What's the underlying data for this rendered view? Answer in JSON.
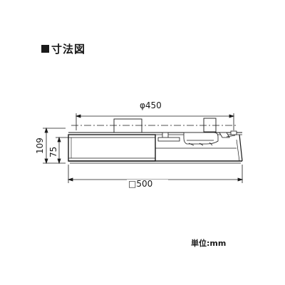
{
  "heading": {
    "label": "寸法図"
  },
  "dimensions": {
    "diameter": "φ450",
    "width": "□500",
    "height_total": "109",
    "height_body": "75"
  },
  "unit": {
    "label": "単位:mm"
  },
  "colors": {
    "line": "#1a1a1a",
    "background": "#ffffff"
  }
}
